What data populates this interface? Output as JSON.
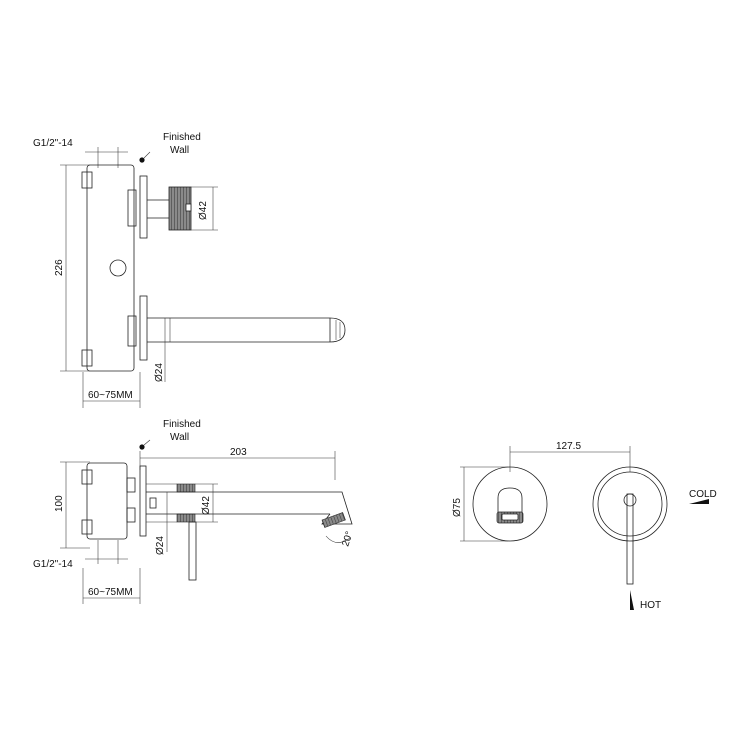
{
  "views": {
    "side_top": {
      "thread_label": "G1/2\"-14",
      "finished_wall_line1": "Finished",
      "finished_wall_line2": "Wall",
      "height_dim": "226",
      "handle_dia": "Ø42",
      "spout_dia": "Ø24",
      "depth_dim": "60~75MM"
    },
    "side_bottom": {
      "finished_wall_line1": "Finished",
      "finished_wall_line2": "Wall",
      "height_dim": "100",
      "spout_length": "203",
      "handle_dia": "Ø42",
      "spout_dia": "Ø24",
      "angle": "20°",
      "thread_label": "G1/2\"-14",
      "depth_dim": "60~75MM"
    },
    "front": {
      "center_dim": "127.5",
      "plate_dia": "Ø75",
      "cold_label": "COLD",
      "hot_label": "HOT"
    }
  },
  "colors": {
    "line": "#222222",
    "background": "#ffffff"
  }
}
